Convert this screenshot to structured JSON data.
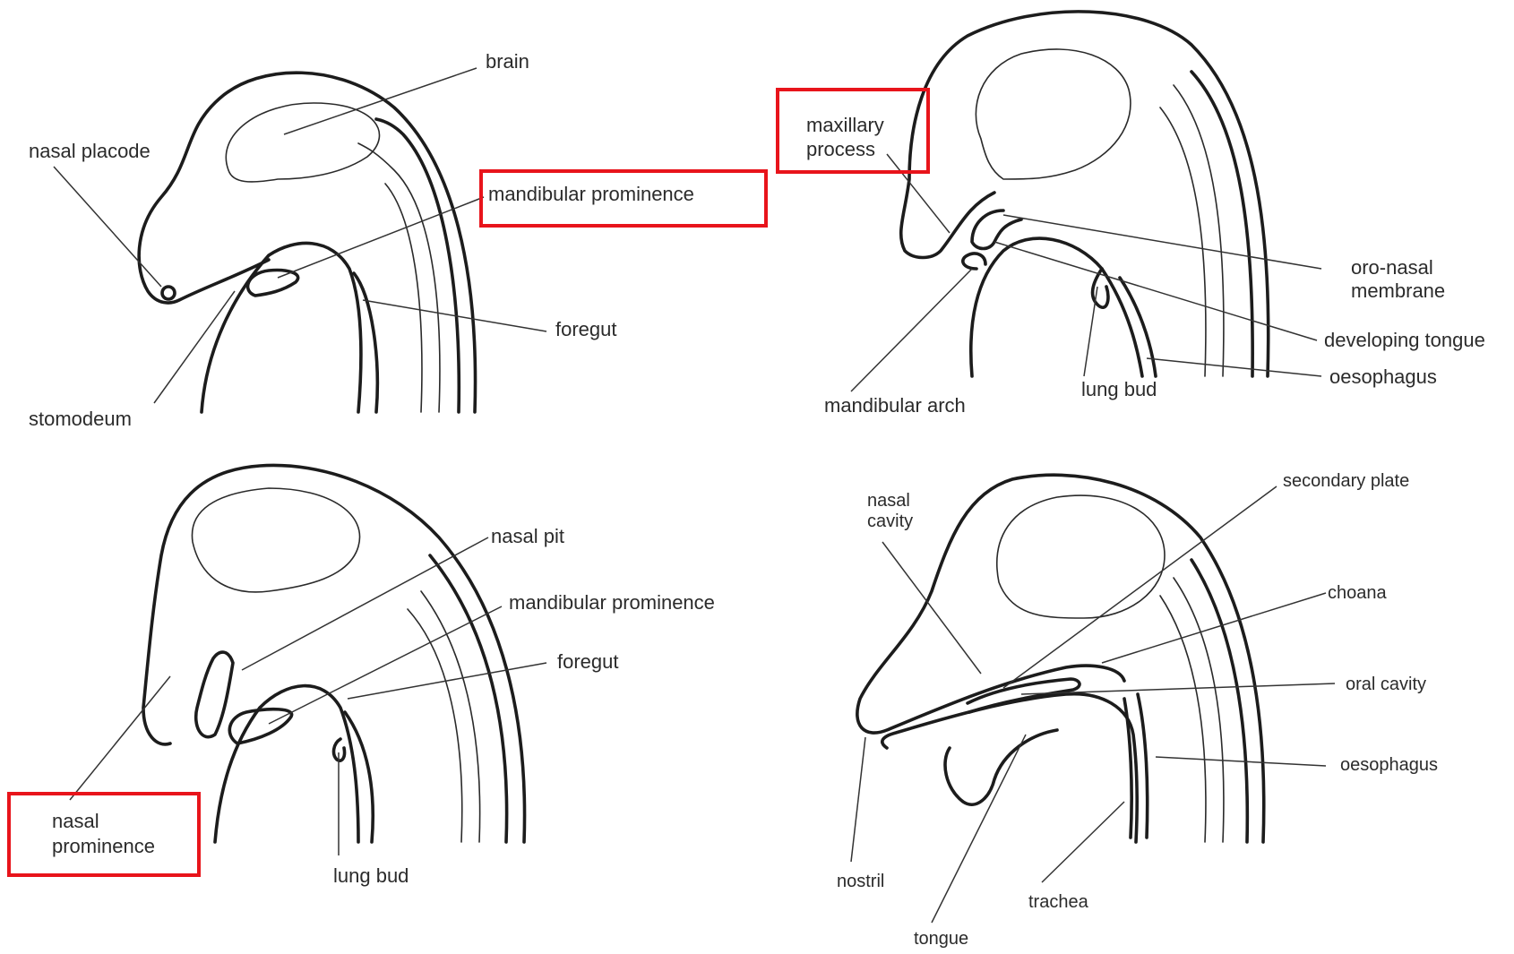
{
  "colors": {
    "highlight": "#e8141b",
    "ink": "#1c1c1c"
  },
  "panel1": {
    "brain": "brain",
    "nasal_placode": "nasal placode",
    "mandibular_prominence": "mandibular prominence",
    "foregut": "foregut",
    "stomodeum": "stomodeum"
  },
  "panel2": {
    "maxillary_1": "maxillary",
    "maxillary_2": "process",
    "oro_nasal_1": "oro-nasal",
    "oro_nasal_2": "membrane",
    "developing_tongue": "developing tongue",
    "oesophagus": "oesophagus",
    "lung_bud": "lung bud",
    "mandibular_arch": "mandibular arch"
  },
  "panel3": {
    "nasal_pit": "nasal pit",
    "mandibular_prominence": "mandibular prominence",
    "foregut": "foregut",
    "nasal_prom_1": "nasal",
    "nasal_prom_2": "prominence",
    "lung_bud": "lung bud"
  },
  "panel4": {
    "nasal_cavity_1": "nasal",
    "nasal_cavity_2": "cavity",
    "secondary_plate": "secondary plate",
    "choana": "choana",
    "oral_cavity": "oral cavity",
    "oesophagus": "oesophagus",
    "nostril": "nostril",
    "trachea": "trachea",
    "tongue": "tongue"
  }
}
